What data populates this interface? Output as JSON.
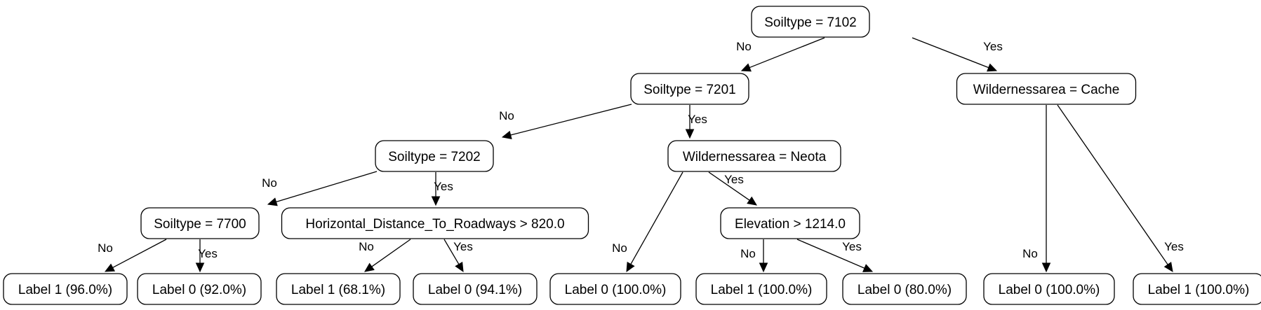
{
  "tree": {
    "nodes": [
      {
        "id": "n0",
        "label": "Soiltype = 7102"
      },
      {
        "id": "n1",
        "label": "Soiltype = 7201"
      },
      {
        "id": "n2",
        "label": "Wildernessarea = Cache"
      },
      {
        "id": "n3",
        "label": "Soiltype = 7202"
      },
      {
        "id": "n4",
        "label": "Wildernessarea = Neota"
      },
      {
        "id": "n5",
        "label": "Soiltype = 7700"
      },
      {
        "id": "n6",
        "label": "Horizontal_Distance_To_Roadways > 820.0"
      },
      {
        "id": "n7",
        "label": "Elevation > 1214.0"
      },
      {
        "id": "l1",
        "label": "Label 1 (96.0%)"
      },
      {
        "id": "l2",
        "label": "Label 0 (92.0%)"
      },
      {
        "id": "l3",
        "label": "Label 1 (68.1%)"
      },
      {
        "id": "l4",
        "label": "Label 0 (94.1%)"
      },
      {
        "id": "l5",
        "label": "Label 0 (100.0%)"
      },
      {
        "id": "l6",
        "label": "Label 1 (100.0%)"
      },
      {
        "id": "l7",
        "label": "Label 0 (80.0%)"
      },
      {
        "id": "l8",
        "label": "Label 0 (100.0%)"
      },
      {
        "id": "l9",
        "label": "Label 1 (100.0%)"
      }
    ],
    "edges": [
      {
        "from": "n0",
        "to": "n1",
        "label": "No"
      },
      {
        "from": "n0",
        "to": "n2",
        "label": "Yes"
      },
      {
        "from": "n1",
        "to": "n3",
        "label": "No"
      },
      {
        "from": "n1",
        "to": "n4",
        "label": "Yes"
      },
      {
        "from": "n3",
        "to": "n5",
        "label": "No"
      },
      {
        "from": "n3",
        "to": "n6",
        "label": "Yes"
      },
      {
        "from": "n5",
        "to": "l1",
        "label": "No"
      },
      {
        "from": "n5",
        "to": "l2",
        "label": "Yes"
      },
      {
        "from": "n6",
        "to": "l3",
        "label": "No"
      },
      {
        "from": "n6",
        "to": "l4",
        "label": "Yes"
      },
      {
        "from": "n4",
        "to": "l5",
        "label": "No"
      },
      {
        "from": "n4",
        "to": "n7",
        "label": "Yes"
      },
      {
        "from": "n7",
        "to": "l6",
        "label": "No"
      },
      {
        "from": "n7",
        "to": "l7",
        "label": "Yes"
      },
      {
        "from": "n2",
        "to": "l8",
        "label": "No"
      },
      {
        "from": "n2",
        "to": "l9",
        "label": "Yes"
      }
    ]
  }
}
